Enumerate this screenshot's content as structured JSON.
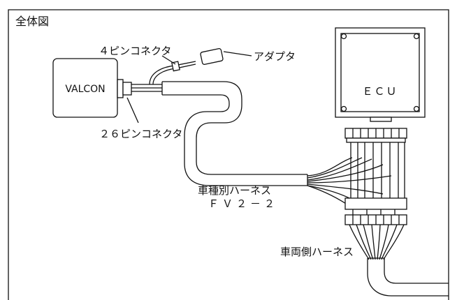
{
  "title": "全体図",
  "labels": {
    "pin4_connector": "４ピンコネクタ",
    "adapter": "アダプタ",
    "valcon": "VALCON",
    "ecu": "ＥＣＵ",
    "pin26_connector": "２６ピンコネクタ",
    "vehicle_harness": "車種別ハーネス",
    "vehicle_harness_code": "ＦＶ２－２",
    "vehicle_side_harness": "車両側ハーネス"
  },
  "colors": {
    "line": "#111111",
    "background": "#ffffff"
  }
}
